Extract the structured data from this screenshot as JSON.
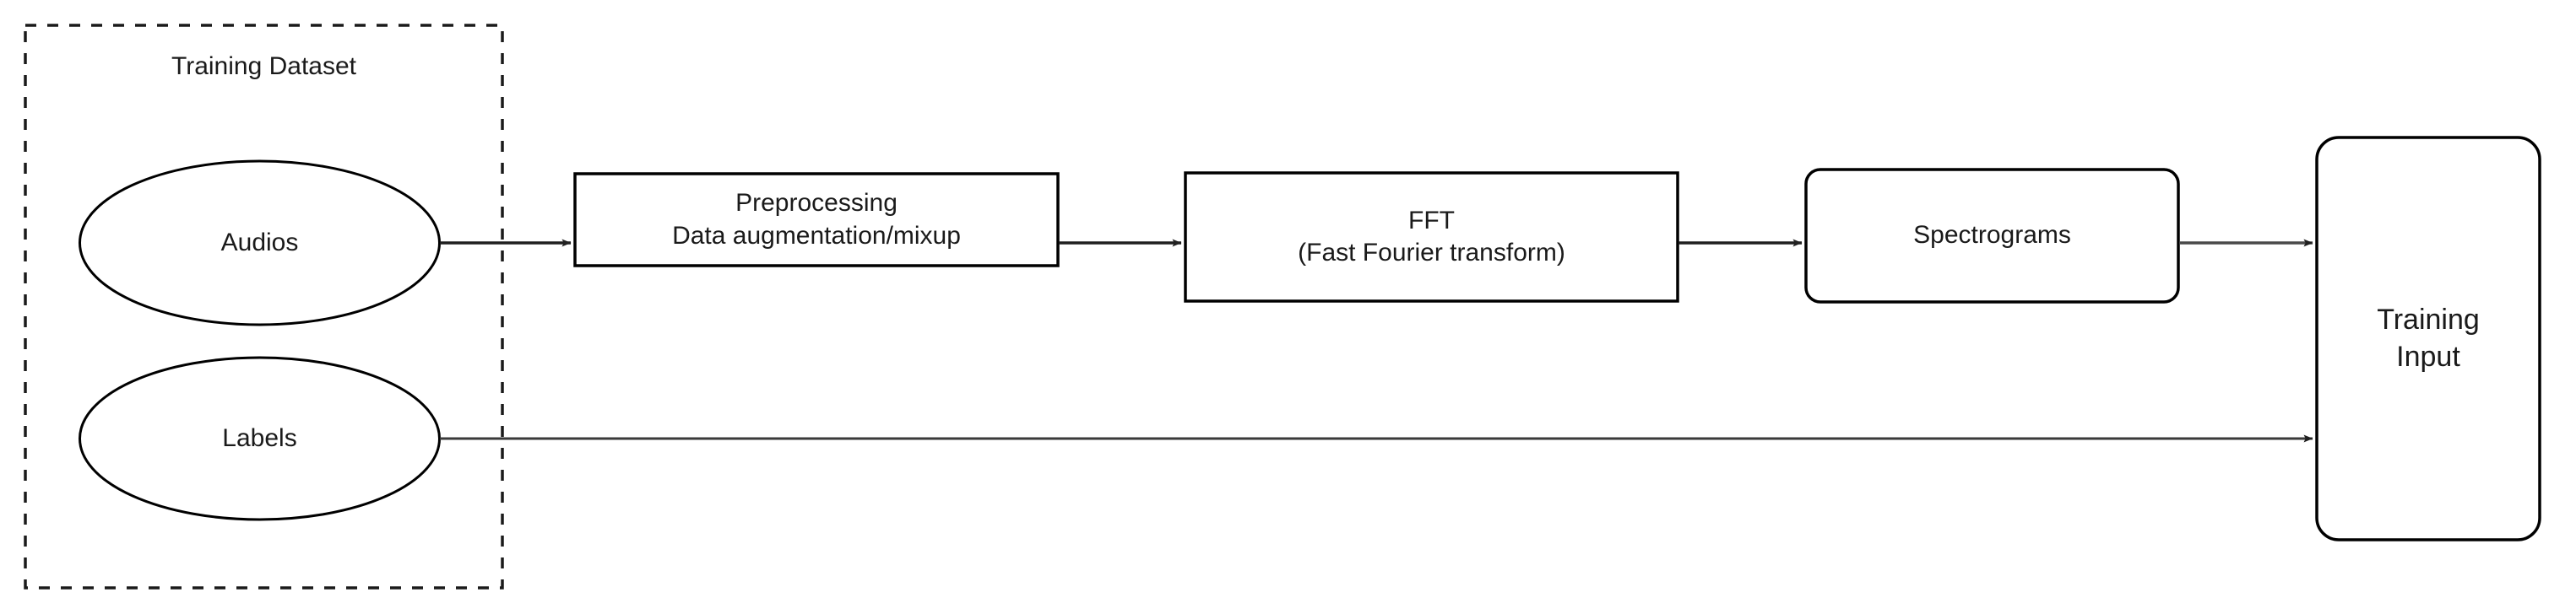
{
  "diagram": {
    "type": "flowchart",
    "orientation": "left-to-right",
    "background_color": "#ffffff",
    "stroke_color": "#000000",
    "text_color": "#1a1a1a",
    "arrow_color": "#444444",
    "group": {
      "title": "Training Dataset",
      "border_style": "dashed",
      "members": [
        "Audios",
        "Labels"
      ]
    },
    "nodes": [
      {
        "id": "audios",
        "label": "Audios",
        "shape": "ellipse",
        "in_group": "Training Dataset"
      },
      {
        "id": "labels",
        "label": "Labels",
        "shape": "ellipse",
        "in_group": "Training Dataset"
      },
      {
        "id": "preprocessing",
        "label": "Preprocessing\nData augmentation/mixup",
        "line1": "Preprocessing",
        "line2": "Data augmentation/mixup",
        "shape": "rectangle"
      },
      {
        "id": "fft",
        "label": "FFT\n(Fast Fourier transform)",
        "line1": "FFT",
        "line2": "(Fast Fourier transform)",
        "shape": "rectangle"
      },
      {
        "id": "spectrograms",
        "label": "Spectrograms",
        "shape": "rounded-rectangle"
      },
      {
        "id": "training_input",
        "label": "Training\nInput",
        "line1": "Training",
        "line2": "Input",
        "shape": "rounded-rectangle"
      }
    ],
    "edges": [
      {
        "id": "e1",
        "from": "audios",
        "to": "preprocessing",
        "arrow": "single"
      },
      {
        "id": "e2",
        "from": "preprocessing",
        "to": "fft",
        "arrow": "single"
      },
      {
        "id": "e3",
        "from": "fft",
        "to": "spectrograms",
        "arrow": "single"
      },
      {
        "id": "e4",
        "from": "spectrograms",
        "to": "training_input",
        "arrow": "single"
      },
      {
        "id": "e5",
        "from": "labels",
        "to": "training_input",
        "arrow": "single"
      }
    ]
  }
}
